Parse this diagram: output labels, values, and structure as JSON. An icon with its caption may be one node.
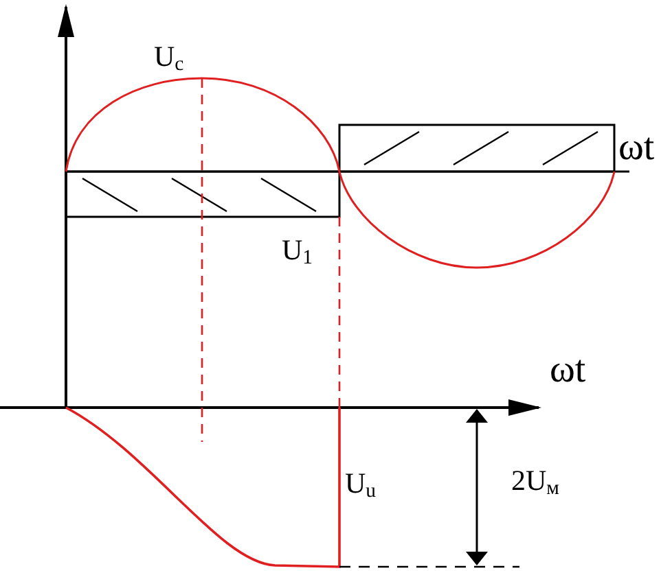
{
  "diagram": {
    "labels": [
      "U$_{c}$",
      "ωt",
      "U$_{1}$",
      "ωt",
      "U$_{u}$",
      "2U$_{м}$"
    ]
  }
}
